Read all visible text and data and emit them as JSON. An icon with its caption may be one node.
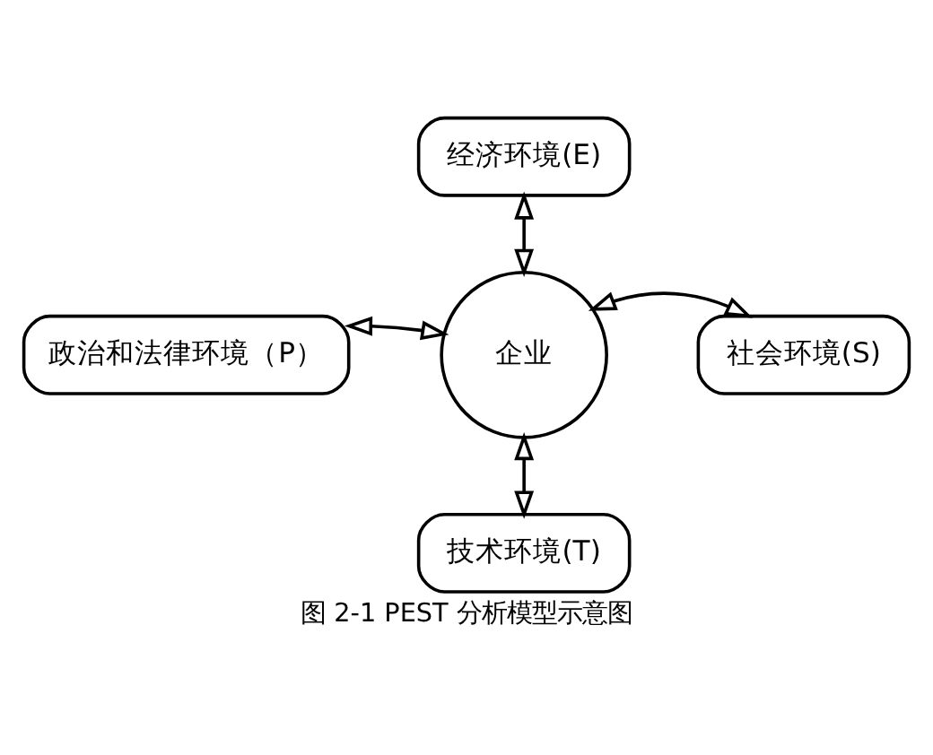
{
  "diagram": {
    "caption": "图 2-1 PEST 分析模型示意图",
    "nodes": [
      {
        "text": [
          "企业"
        ]
      },
      {
        "text": [
          "经济环境(E)"
        ]
      },
      {
        "text": [
          "政治和法律环境（P）"
        ]
      },
      {
        "text": [
          "社会环境(S)"
        ]
      },
      {
        "text": [
          "技术环境(T)"
        ]
      }
    ],
    "edges": [
      {
        "from": 1,
        "to": 0,
        "arrow": "both"
      },
      {
        "from": 2,
        "to": 0,
        "arrow": "both"
      },
      {
        "from": 0,
        "to": 3,
        "arrow": "both"
      },
      {
        "from": 0,
        "to": 4,
        "arrow": "both"
      }
    ]
  }
}
